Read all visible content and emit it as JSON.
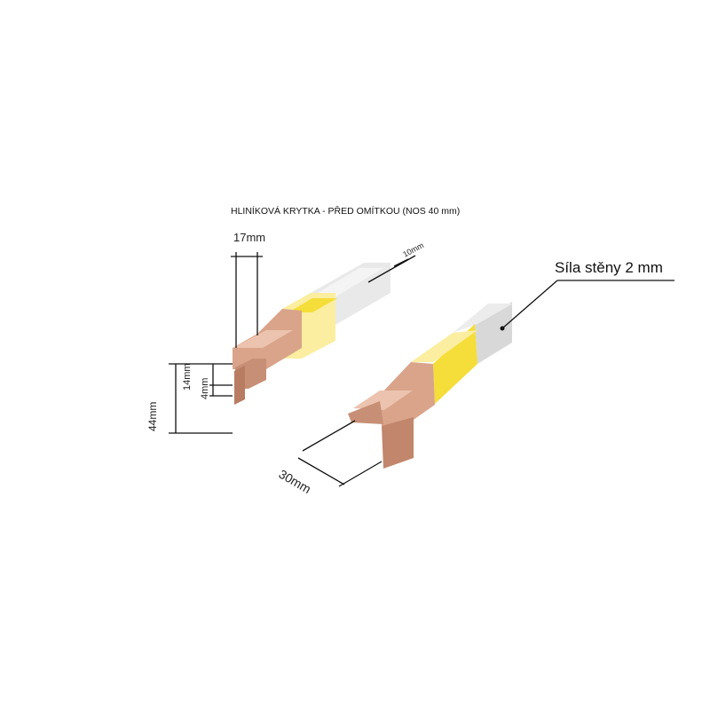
{
  "title": "HLINÍKOVÁ KRYTKA - PŘED OMÍTKOU (NOS 40 mm)",
  "left_profile": {
    "dimensions": {
      "width_top": "17mm",
      "edge_small": "10mm",
      "height_upper": "14mm",
      "height_lower": "4mm",
      "height_total": "44mm"
    }
  },
  "right_profile": {
    "wall_thickness_label": "Síla stěny 2 mm",
    "depth_label": "30mm"
  },
  "colors": {
    "copper": "#d9a48a",
    "copper_dark": "#b87c63",
    "copper_light": "#ecc3ae",
    "yellow": "#f5dd3a",
    "yellow_light": "#fbeea0",
    "grey": "#d8d8d8",
    "grey_light": "#ececec",
    "line": "#111111"
  }
}
